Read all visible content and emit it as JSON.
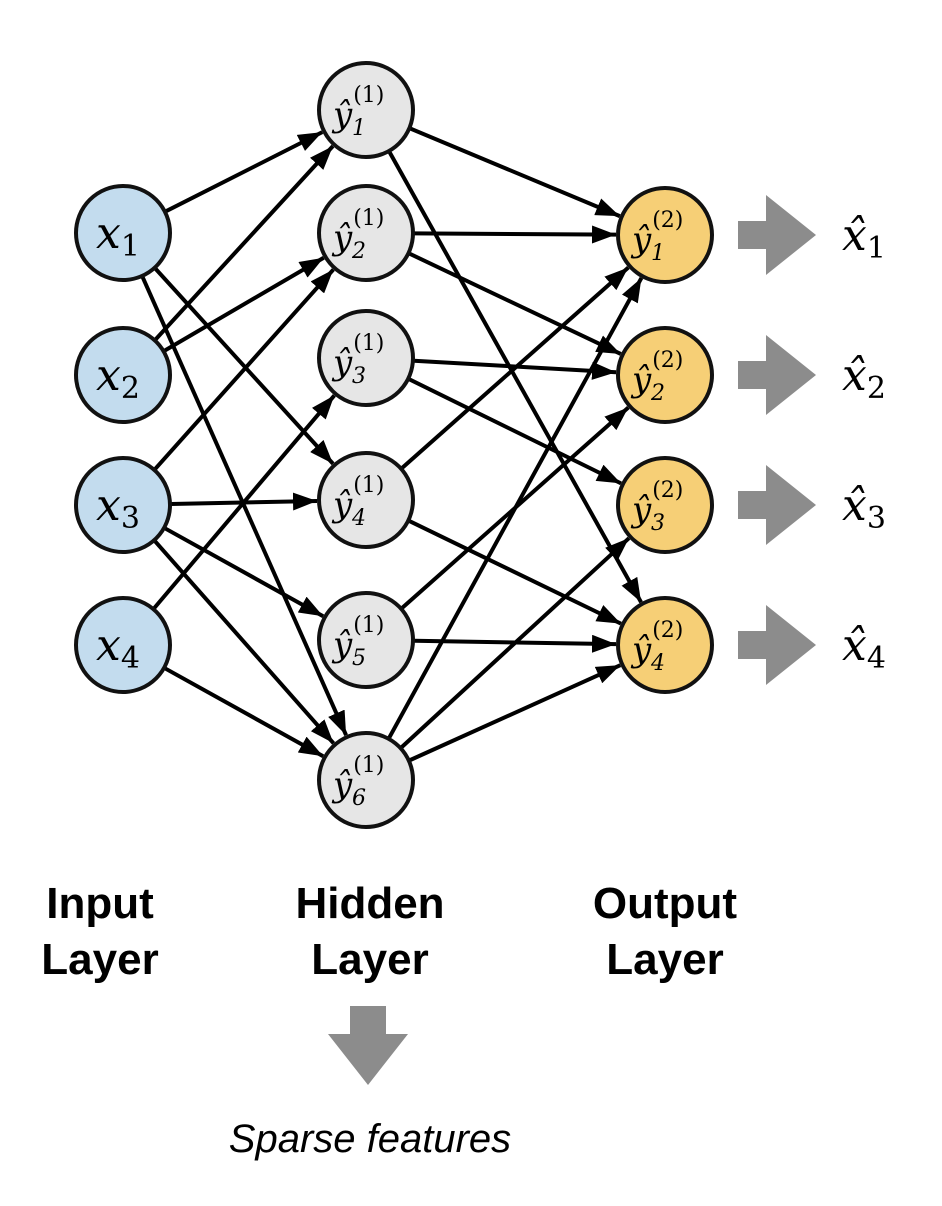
{
  "colors": {
    "input_fill": "#c3dcee",
    "hidden_fill": "#e6e6e6",
    "output_fill": "#f6cf76",
    "node_stroke": "#111111",
    "edge": "#000000",
    "block_arrow": "#8c8c8c"
  },
  "layers": {
    "input": {
      "label_line1": "Input",
      "label_line2": "Layer",
      "nodes": [
        {
          "var": "x",
          "sub": "1"
        },
        {
          "var": "x",
          "sub": "2"
        },
        {
          "var": "x",
          "sub": "3"
        },
        {
          "var": "x",
          "sub": "4"
        }
      ]
    },
    "hidden": {
      "label_line1": "Hidden",
      "label_line2": "Layer",
      "nodes": [
        {
          "var": "ŷ",
          "sub": "1",
          "sup": "(1)"
        },
        {
          "var": "ŷ",
          "sub": "2",
          "sup": "(1)"
        },
        {
          "var": "ŷ",
          "sub": "3",
          "sup": "(1)"
        },
        {
          "var": "ŷ",
          "sub": "4",
          "sup": "(1)"
        },
        {
          "var": "ŷ",
          "sub": "5",
          "sup": "(1)"
        },
        {
          "var": "ŷ",
          "sub": "6",
          "sup": "(1)"
        }
      ]
    },
    "output": {
      "label_line1": "Output",
      "label_line2": "Layer",
      "nodes": [
        {
          "var": "ŷ",
          "sub": "1",
          "sup": "(2)"
        },
        {
          "var": "ŷ",
          "sub": "2",
          "sup": "(2)"
        },
        {
          "var": "ŷ",
          "sub": "3",
          "sup": "(2)"
        },
        {
          "var": "ŷ",
          "sub": "4",
          "sup": "(2)"
        }
      ]
    }
  },
  "reconstructions": [
    {
      "var": "x̂",
      "sub": "1"
    },
    {
      "var": "x̂",
      "sub": "2"
    },
    {
      "var": "x̂",
      "sub": "3"
    },
    {
      "var": "x̂",
      "sub": "4"
    }
  ],
  "edges": [
    {
      "from": "input-1",
      "to": "hidden-1"
    },
    {
      "from": "input-1",
      "to": "hidden-4"
    },
    {
      "from": "input-1",
      "to": "hidden-6"
    },
    {
      "from": "input-2",
      "to": "hidden-1"
    },
    {
      "from": "input-2",
      "to": "hidden-2"
    },
    {
      "from": "input-3",
      "to": "hidden-2"
    },
    {
      "from": "input-3",
      "to": "hidden-4"
    },
    {
      "from": "input-3",
      "to": "hidden-5"
    },
    {
      "from": "input-3",
      "to": "hidden-6"
    },
    {
      "from": "input-4",
      "to": "hidden-3"
    },
    {
      "from": "input-4",
      "to": "hidden-6"
    },
    {
      "from": "hidden-1",
      "to": "output-1"
    },
    {
      "from": "hidden-1",
      "to": "output-4"
    },
    {
      "from": "hidden-2",
      "to": "output-1"
    },
    {
      "from": "hidden-2",
      "to": "output-2"
    },
    {
      "from": "hidden-3",
      "to": "output-2"
    },
    {
      "from": "hidden-3",
      "to": "output-3"
    },
    {
      "from": "hidden-4",
      "to": "output-1"
    },
    {
      "from": "hidden-4",
      "to": "output-4"
    },
    {
      "from": "hidden-5",
      "to": "output-2"
    },
    {
      "from": "hidden-5",
      "to": "output-4"
    },
    {
      "from": "hidden-6",
      "to": "output-1"
    },
    {
      "from": "hidden-6",
      "to": "output-3"
    },
    {
      "from": "hidden-6",
      "to": "output-4"
    }
  ],
  "caption": "Sparse features"
}
